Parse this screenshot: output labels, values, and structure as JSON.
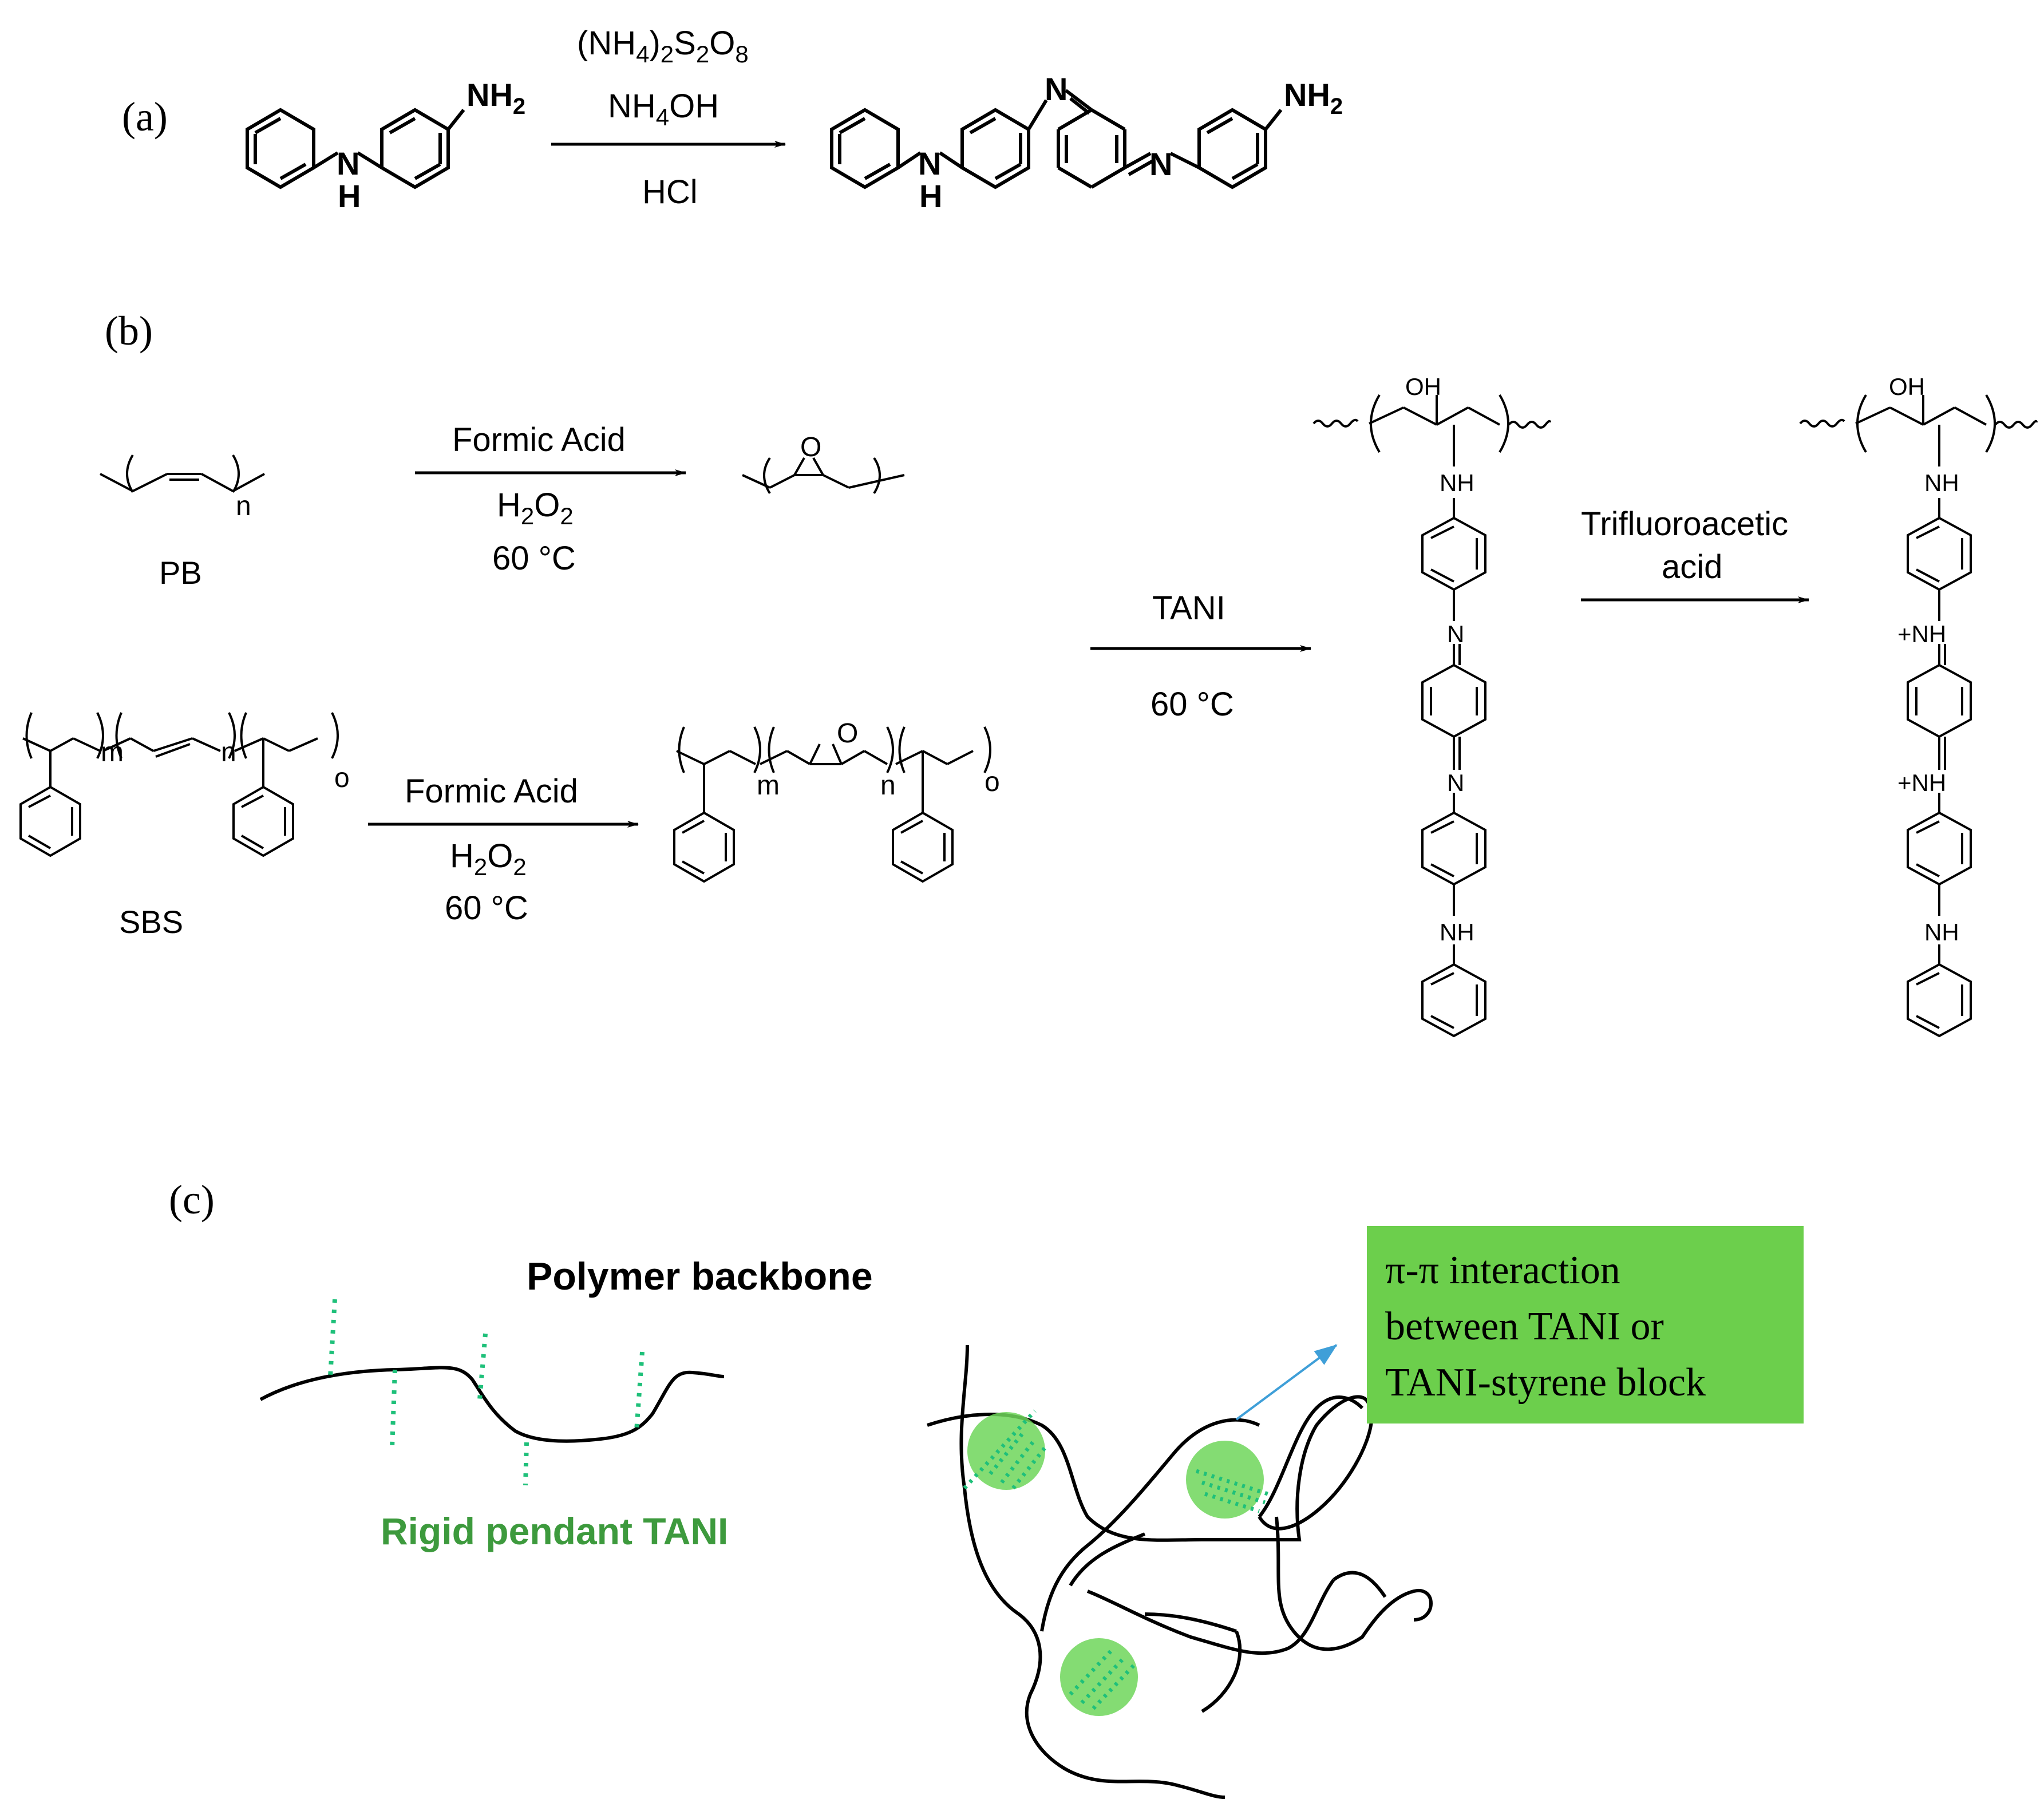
{
  "panel_a": {
    "label": "(a)",
    "reactant_nh2": "NH",
    "reactant_nh2_sub": "2",
    "reactant_n": "N",
    "reactant_h": "H",
    "reagent_1_a": "(NH",
    "reagent_1_b": "4",
    "reagent_1_c": ")",
    "reagent_1_d": "2",
    "reagent_1_e": "S",
    "reagent_1_f": "2",
    "reagent_1_g": "O",
    "reagent_1_h": "8",
    "reagent_2_a": "NH",
    "reagent_2_b": "4",
    "reagent_2_c": "OH",
    "reagent_3": "HCl",
    "product_n1": "N",
    "product_n2": "N",
    "product_nh": "N",
    "product_h": "H",
    "product_nh2": "NH",
    "product_nh2_sub": "2"
  },
  "panel_b": {
    "label": "(b)",
    "pb_label": "PB",
    "pb_sub": "n",
    "epoxide_o": "O",
    "pb_reagent_1": "Formic Acid",
    "pb_reagent_2_a": "H",
    "pb_reagent_2_b": "2",
    "pb_reagent_2_c": "O",
    "pb_reagent_2_d": "2",
    "pb_reagent_3": "60 °C",
    "sbs_label": "SBS",
    "sbs_sub_m": "m",
    "sbs_sub_n": "n",
    "sbs_sub_o": "o",
    "sbs_reagent_1": "Formic Acid",
    "sbs_reagent_2_a": "H",
    "sbs_reagent_2_b": "2",
    "sbs_reagent_2_c": "O",
    "sbs_reagent_2_d": "2",
    "sbs_reagent_3": "60 °C",
    "sbs_epoxide_o": "O",
    "tani_reagent_1": "TANI",
    "tani_reagent_2": "60 °C",
    "tfa_reagent_1": "Trifluoroacetic",
    "tfa_reagent_2": "acid",
    "oh": "OH",
    "nh": "NH",
    "n": "N",
    "plus_nh": "+NH"
  },
  "panel_c": {
    "label": "(c)",
    "backbone_label": "Polymer backbone",
    "pendant_label": "Rigid pendant TANI",
    "box_line_1": "π-π interaction",
    "box_line_2": "between TANI or",
    "box_line_3": "TANI-styrene block"
  },
  "colors": {
    "ink": "#000000",
    "dotted_green": "#1fc07a",
    "pendant_text": "#3d9a3d",
    "blob_green": "#6ed65a",
    "box_green": "#6ccf4c",
    "arrow_blue": "#3f9fd8"
  }
}
